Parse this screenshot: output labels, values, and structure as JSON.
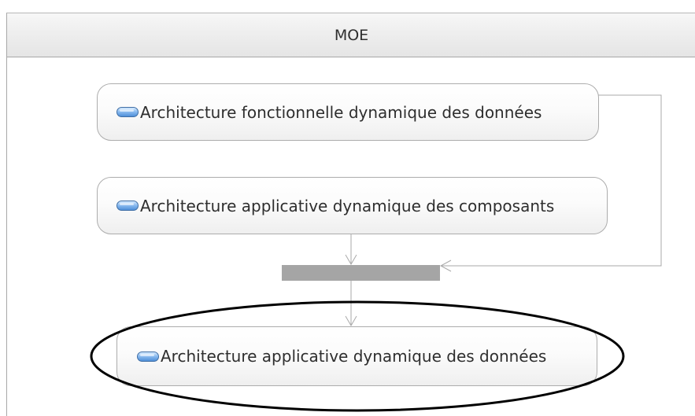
{
  "diagram": {
    "swimlane": {
      "title": "MOE"
    },
    "activities": [
      {
        "id": "activity-1",
        "label": "Architecture fonctionnelle dynamique des données"
      },
      {
        "id": "activity-2",
        "label": "Architecture applicative dynamique des composants"
      },
      {
        "id": "activity-3",
        "label": "Architecture applicative dynamique des données"
      }
    ],
    "icons": {
      "activity": "activity-pill-icon"
    },
    "colors": {
      "lane_border": "#a8a8a8",
      "activity_border": "#acacac",
      "join_bar": "#a5a5a5",
      "highlight": "#000000",
      "icon_blue": "#4f8fd8"
    }
  }
}
